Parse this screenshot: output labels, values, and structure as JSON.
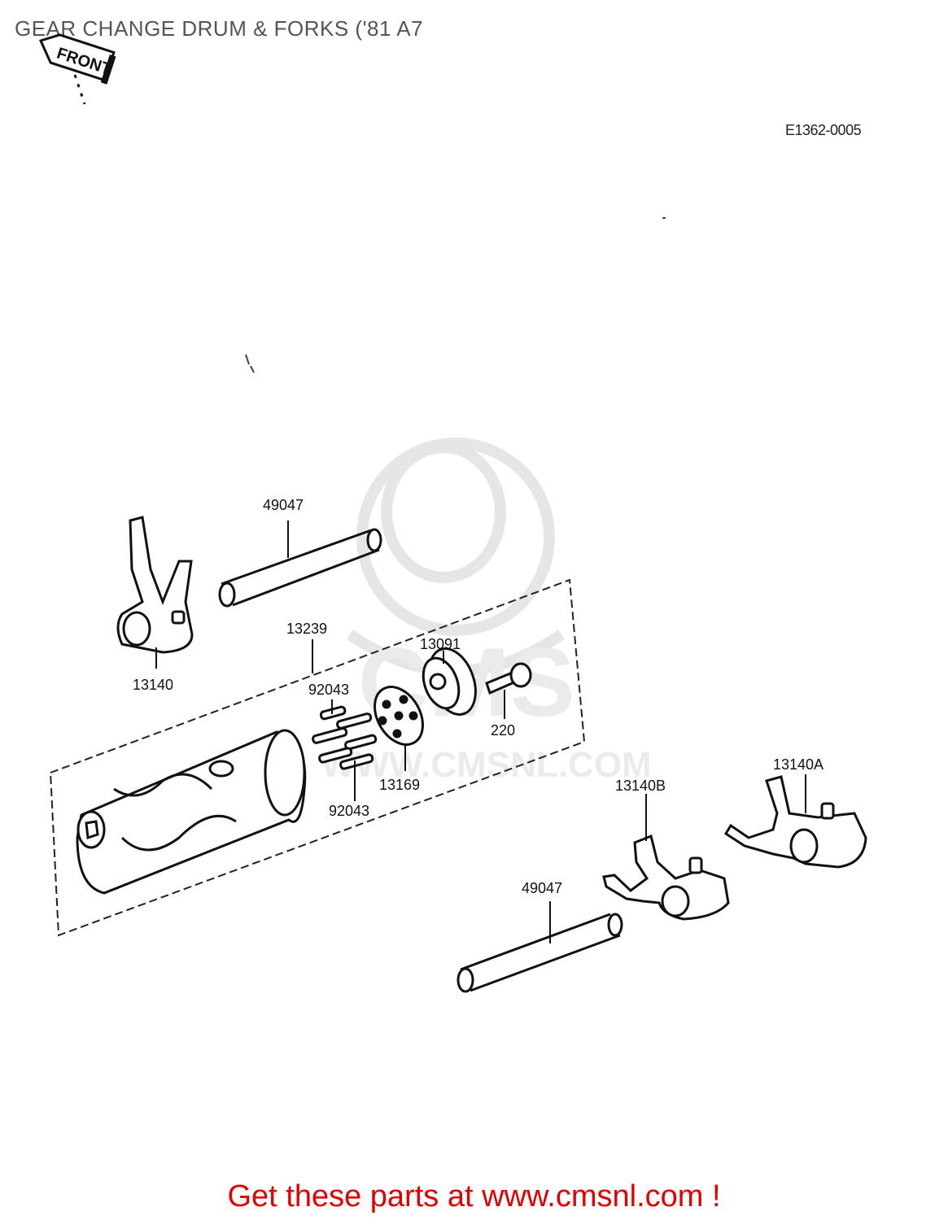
{
  "header": {
    "title": "GEAR CHANGE DRUM & FORKS ('81 A7"
  },
  "diagram": {
    "ref_code": "E1362-0005",
    "front_marker": "FRONT",
    "labels": {
      "shaft_top": "49047",
      "fork_left": "13140",
      "drum": "13239",
      "pin_top": "92043",
      "holder": "13091",
      "bolt": "220",
      "plate": "13169",
      "pin_bottom": "92043",
      "fork_b": "13140B",
      "fork_a": "13140A",
      "shaft_bottom": "49047"
    },
    "watermark": {
      "brand": "CMS",
      "url": "WWW.CMSNL.COM"
    }
  },
  "footer": {
    "cta": "Get these parts at www.cmsnl.com !"
  }
}
